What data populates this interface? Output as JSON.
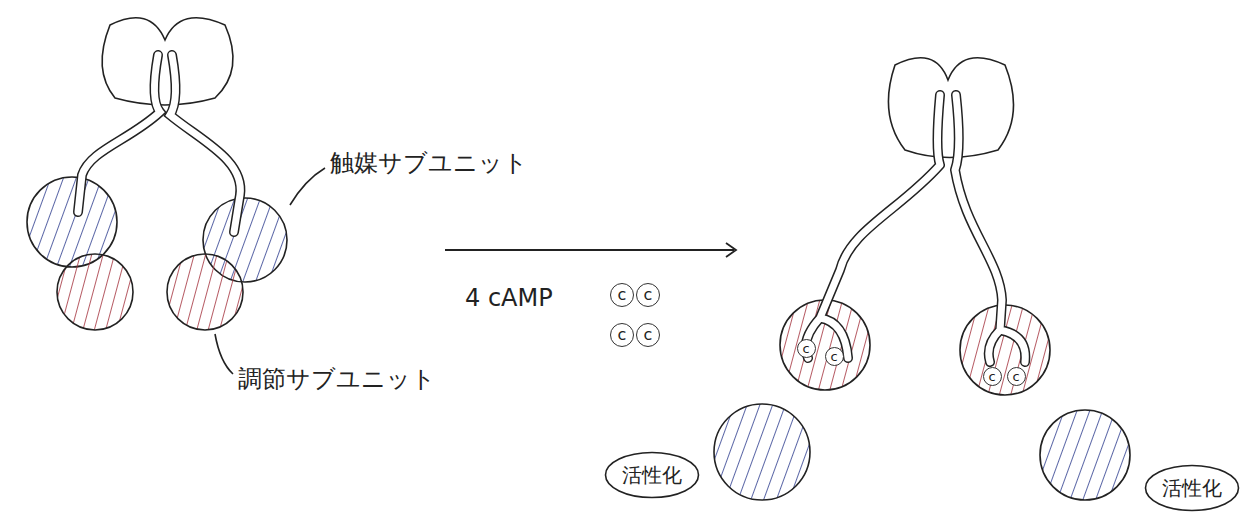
{
  "diagram": {
    "nodes": [
      {
        "text": [
          "活性化"
        ]
      },
      {
        "text": [
          "活性化"
        ]
      }
    ],
    "labels": [
      "触媒サブユニット",
      "調節サブユニット",
      "4 cAMP",
      "c",
      "c",
      "c",
      "c",
      "c",
      "c",
      "c",
      "c"
    ]
  }
}
